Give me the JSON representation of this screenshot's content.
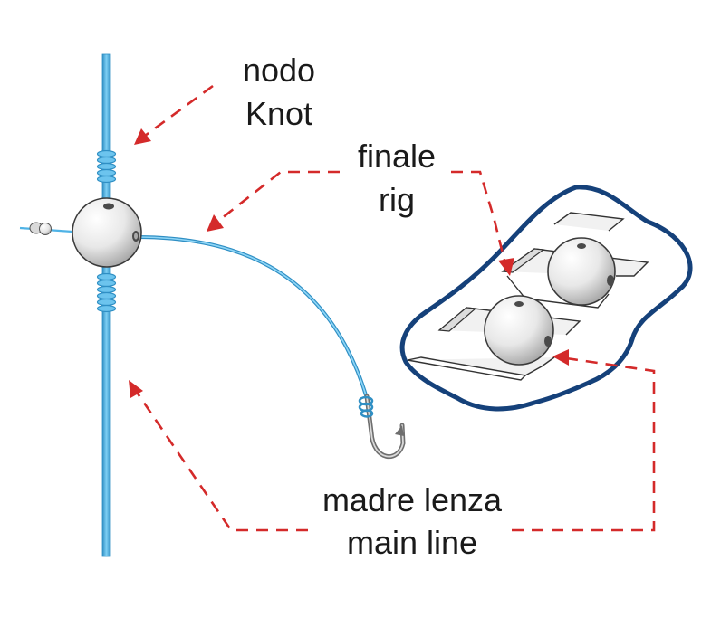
{
  "labels": {
    "knot_it": "nodo",
    "knot_en": "Knot",
    "rig_it": "finale",
    "rig_en": "rig",
    "mainline_it": "madre lenza",
    "mainline_en": "main line"
  },
  "colors": {
    "line": "#4fb3e6",
    "line_dark": "#2f8fc4",
    "arrow": "#d42a2a",
    "outline": "#15417a",
    "bead_shade": "#b8b8b8",
    "text": "#1a1a1a"
  }
}
